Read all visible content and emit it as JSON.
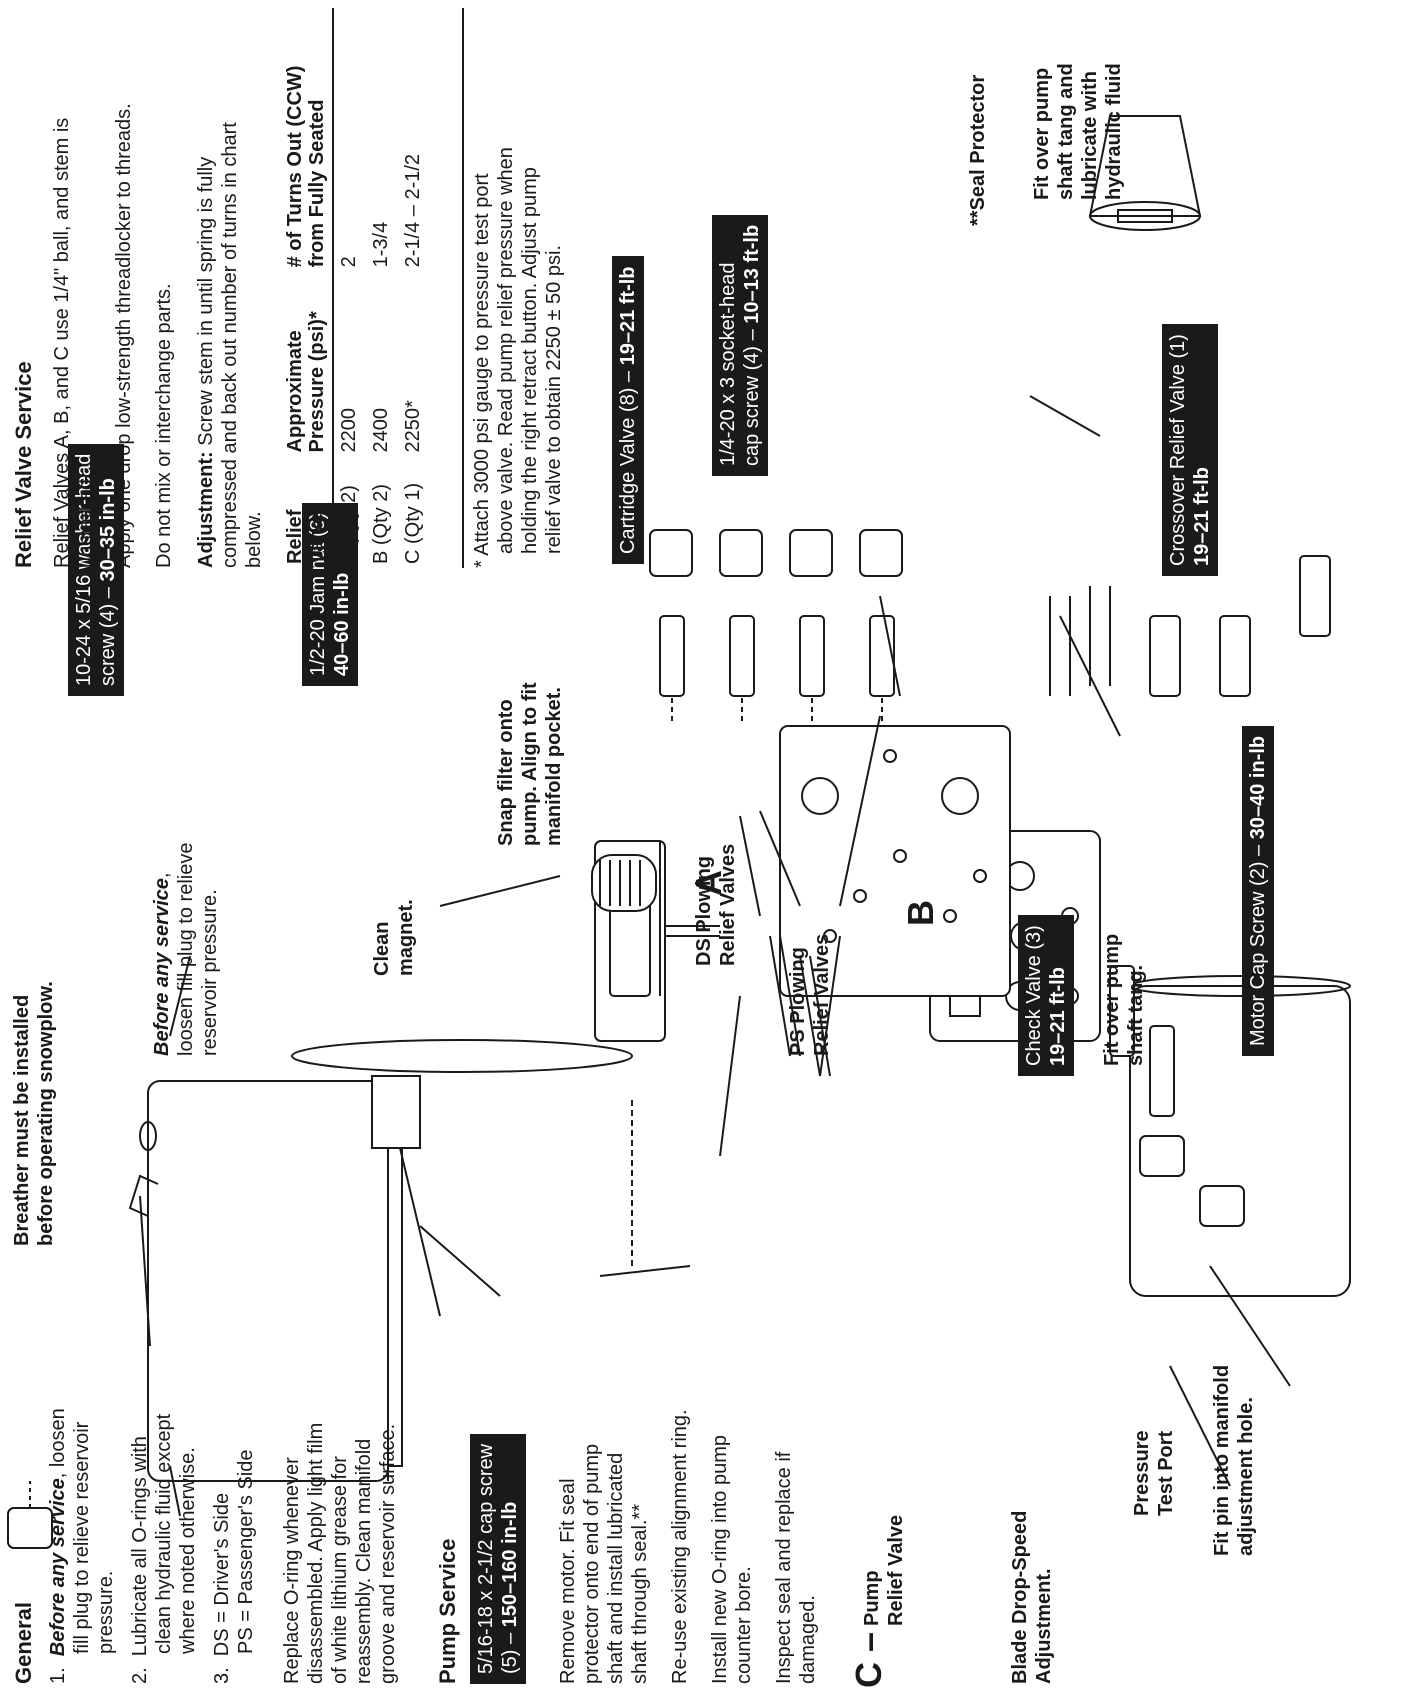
{
  "general": {
    "title": "General",
    "item1_num": "1.",
    "item1_em": "Before any service",
    "item1_rest_a": ", loosen",
    "item1_b": "fill plug to relieve reservoir",
    "item1_c": "pressure.",
    "item2_num": "2.",
    "item2_a": "Lubricate all O-rings with",
    "item2_b": "clean hydraulic fluid except",
    "item2_c": "where noted otherwise.",
    "item3_num": "3.",
    "item3_a": "DS = Driver's Side",
    "item3_b": "PS = Passenger's Side",
    "oring_a": "Replace O-ring whenever",
    "oring_b": "disassembled. Apply light film",
    "oring_c": "of white lithium grease for",
    "oring_d": "reassembly. Clean manifold",
    "oring_e": "groove and reservoir surface."
  },
  "pump_service": {
    "title": "Pump Service",
    "cap_screw_a": "5/16-18 x 2-1/2  cap screw",
    "cap_screw_b_pre": "(5) – ",
    "cap_screw_b_bold": "150–160 in-lb",
    "remove_a": "Remove motor. Fit seal",
    "remove_b": "protector onto end of pump",
    "remove_c": "shaft and install lubricated",
    "remove_d": "shaft through seal.**",
    "reuse": "Re-use existing alignment ring.",
    "install_a": "Install new O-ring into pump",
    "install_b": "counter bore.",
    "inspect_a": "Inspect seal and replace if",
    "inspect_b": "damaged."
  },
  "callouts": {
    "c_letter": "C –",
    "pump_relief_a": "Pump",
    "pump_relief_b": "Relief Valve",
    "blade_a": "Blade Drop-Speed",
    "blade_b": "Adjustment.",
    "pressure_a": "Pressure",
    "pressure_b": "Test Port",
    "fit_pin_a": "Fit pin into manifold",
    "fit_pin_b": "adjustment hole.",
    "breather_a": "Breather must be installed",
    "breather_b": "before operating snowplow.",
    "washer_a": "10-24 x 5/16 washer-head",
    "washer_b_pre": "screw (4) – ",
    "washer_b_bold": "30–35 in-lb",
    "before_em": "Before any service",
    "before_rest": ",",
    "before_b": "loosen fill plug to relieve",
    "before_c": "reservoir pressure.",
    "clean_a": "Clean",
    "clean_b": "magnet.",
    "snap_a": "Snap filter onto",
    "snap_b": "pump. Align to fit",
    "snap_c": "manifold pocket.",
    "ds_a": "DS Plowing",
    "ds_b": "Relief Valves",
    "ps_a": "PS Plowing",
    "ps_b": "Relief Valves",
    "letter_a": "A",
    "letter_b": "B",
    "fit_over_a": "Fit over pump",
    "fit_over_b": "shaft tang.",
    "jam_a": "1/2-20 Jam nut (8)",
    "jam_b": "40–60 in-lb",
    "check_a": "Check Valve (3)",
    "check_b": "19–21 ft-lb",
    "motor_pre": "Motor Cap Screw (2) – ",
    "motor_bold": "30–40 in-lb",
    "cartridge_pre": "Cartridge Valve (8) – ",
    "cartridge_bold": "19–21 ft-lb",
    "socket_a": "1/4-20 x 3 socket-head",
    "socket_b_pre": "cap screw (4) – ",
    "socket_b_bold": "10–13 ft-lb",
    "crossover_a": "Crossover Relief Valve (1)",
    "crossover_b": "19–21 ft-lb",
    "seal_title": "**Seal Protector",
    "seal_a": "Fit over pump",
    "seal_b": "shaft tang and",
    "seal_c": "lubricate with",
    "seal_d": "hydraulic fluid"
  },
  "relief_service": {
    "title": "Relief Valve Service",
    "p1_a": "Relief Valves A, B, and C use 1/4\" ball, and stem is",
    "p1_b": "unmarked.",
    "p2": "Apply one drop low-strength threadlocker to threads.",
    "p3": "Do not mix or interchange parts.",
    "adj_bold": "Adjustment:",
    "adj_a": " Screw stem in until spring is fully",
    "adj_b": "compressed and back out number of turns in chart",
    "adj_c": "below.",
    "table_headers": {
      "c1a": "Relief",
      "c1b": "Valve",
      "c2a": "Approximate",
      "c2b": "Pressure (psi)*",
      "c3a": "# of Turns Out (CCW)",
      "c3b": "from Fully Seated"
    },
    "rows": [
      {
        "valve": "A (Qty 2)",
        "pressure": "2200",
        "turns": "2"
      },
      {
        "valve": "B (Qty 2)",
        "pressure": "2400",
        "turns": "1-3/4"
      },
      {
        "valve": "C (Qty 1)",
        "pressure": "2250*",
        "turns": "2-1/4 – 2-1/2"
      }
    ],
    "note_a": "* Attach 3000 psi gauge to pressure test port",
    "note_b": "above valve. Read pump relief pressure when",
    "note_c": "holding the right retract button. Adjust pump",
    "note_d": "relief valve to obtain 2250 ± 50 psi."
  }
}
